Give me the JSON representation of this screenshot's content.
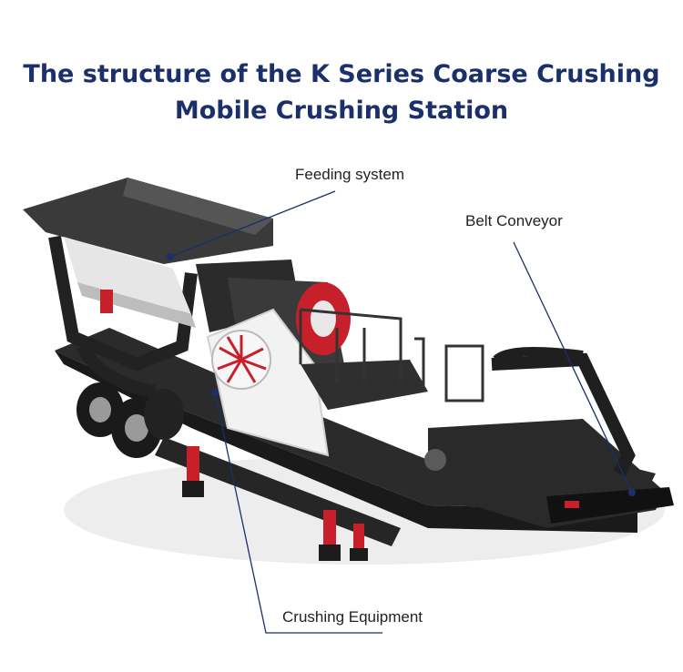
{
  "title": {
    "line1": "The structure of the K Series Coarse Crushing",
    "line2": "Mobile Crushing Station"
  },
  "callouts": {
    "feeding": "Feeding system",
    "belt": "Belt Conveyor",
    "crushing": "Crushing Equipment"
  },
  "colors": {
    "title": "#1b2f6b",
    "leader": "#1b2f6b",
    "frame": "#2a2a2a",
    "accent": "#c8202a",
    "housing": "#f2f2f2"
  }
}
